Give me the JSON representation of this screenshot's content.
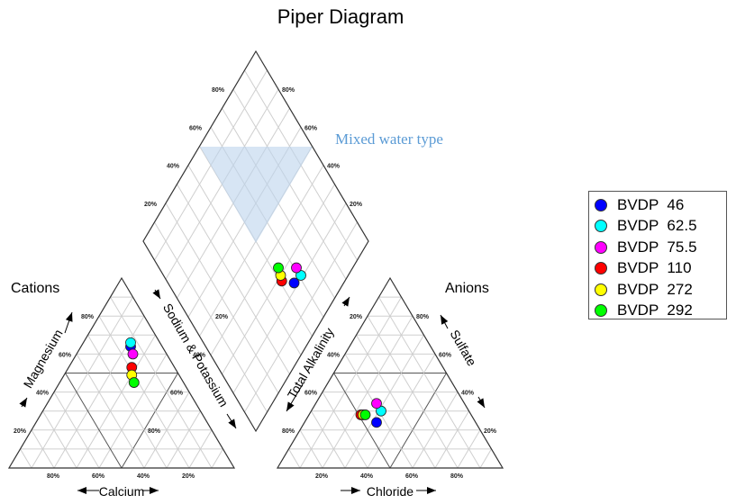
{
  "chart_data": {
    "type": "scatter",
    "subtype": "piper",
    "title": "Piper Diagram",
    "cation_triangle": {
      "label": "Cations",
      "axes": {
        "left": "Magnesium",
        "right": "Sodium & Potassium",
        "bottom": "Calcium"
      },
      "ticks": [
        "20%",
        "40%",
        "60%",
        "80%"
      ]
    },
    "anion_triangle": {
      "label": "Anions",
      "axes": {
        "left": "Total Alkalinity",
        "right": "Sulfate",
        "bottom": "Chloride"
      },
      "ticks": [
        "20%",
        "40%",
        "60%",
        "80%"
      ]
    },
    "diamond": {
      "ticks": [
        "20%",
        "40%",
        "60%",
        "80%"
      ],
      "annotation": "Mixed water type",
      "shaded_region": "mixed water type"
    },
    "grid": true,
    "legend_position": "right",
    "series": [
      {
        "name": "BVDP  46",
        "color": "#0000ff",
        "cations": {
          "Ca": 0.14,
          "Mg": 0.64,
          "NaK": 0.22
        },
        "anions": {
          "Cl": 0.32,
          "SO4": 0.24,
          "Alk": 0.44
        }
      },
      {
        "name": "BVDP  62.5",
        "color": "#00ffff",
        "cations": {
          "Ca": 0.13,
          "Mg": 0.66,
          "NaK": 0.21
        },
        "anions": {
          "Cl": 0.31,
          "SO4": 0.3,
          "Alk": 0.39
        }
      },
      {
        "name": "BVDP  75.5",
        "color": "#ff00ff",
        "cations": {
          "Ca": 0.15,
          "Mg": 0.6,
          "NaK": 0.25
        },
        "anions": {
          "Cl": 0.27,
          "SO4": 0.34,
          "Alk": 0.39
        }
      },
      {
        "name": "BVDP  110",
        "color": "#ff0000",
        "cations": {
          "Ca": 0.19,
          "Mg": 0.53,
          "NaK": 0.28
        },
        "anions": {
          "Cl": 0.23,
          "SO4": 0.28,
          "Alk": 0.49
        }
      },
      {
        "name": "BVDP  272",
        "color": "#ffff00",
        "cations": {
          "Ca": 0.21,
          "Mg": 0.49,
          "NaK": 0.3
        },
        "anions": {
          "Cl": 0.24,
          "SO4": 0.28,
          "Alk": 0.48
        }
      },
      {
        "name": "BVDP  292",
        "color": "#00ff00",
        "cations": {
          "Ca": 0.22,
          "Mg": 0.45,
          "NaK": 0.33
        },
        "anions": {
          "Cl": 0.25,
          "SO4": 0.28,
          "Alk": 0.47
        }
      }
    ]
  }
}
